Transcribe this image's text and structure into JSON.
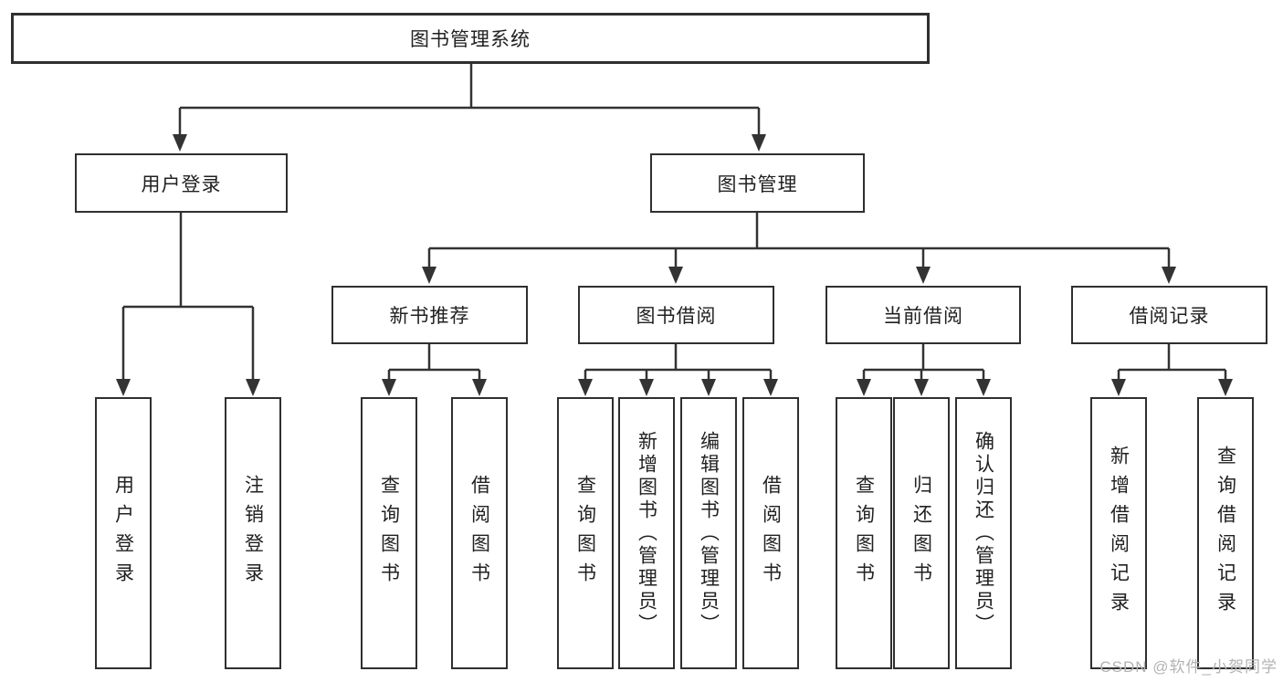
{
  "tree": {
    "label": "图书管理系统",
    "children": [
      {
        "label": "用户登录",
        "children": [
          {
            "label": "用户登录"
          },
          {
            "label": "注销登录"
          }
        ]
      },
      {
        "label": "图书管理",
        "children": [
          {
            "label": "新书推荐",
            "children": [
              {
                "label": "查询图书"
              },
              {
                "label": "借阅图书"
              }
            ]
          },
          {
            "label": "图书借阅",
            "children": [
              {
                "label": "查询图书"
              },
              {
                "label": "新增图书（管理员）"
              },
              {
                "label": "编辑图书（管理员）"
              },
              {
                "label": "借阅图书"
              }
            ]
          },
          {
            "label": "当前借阅",
            "children": [
              {
                "label": "查询图书"
              },
              {
                "label": "归还图书"
              },
              {
                "label": "确认归还（管理员）"
              }
            ]
          },
          {
            "label": "借阅记录",
            "children": [
              {
                "label": "新增借阅记录"
              },
              {
                "label": "查询借阅记录"
              }
            ]
          }
        ]
      }
    ]
  },
  "watermark": "CSDN @软件_小贺同学",
  "colors": {
    "line": "#333333",
    "box_border": "#2f2f2f",
    "text": "#212121",
    "watermark": "#b3b3b3",
    "background": "#ffffff"
  }
}
